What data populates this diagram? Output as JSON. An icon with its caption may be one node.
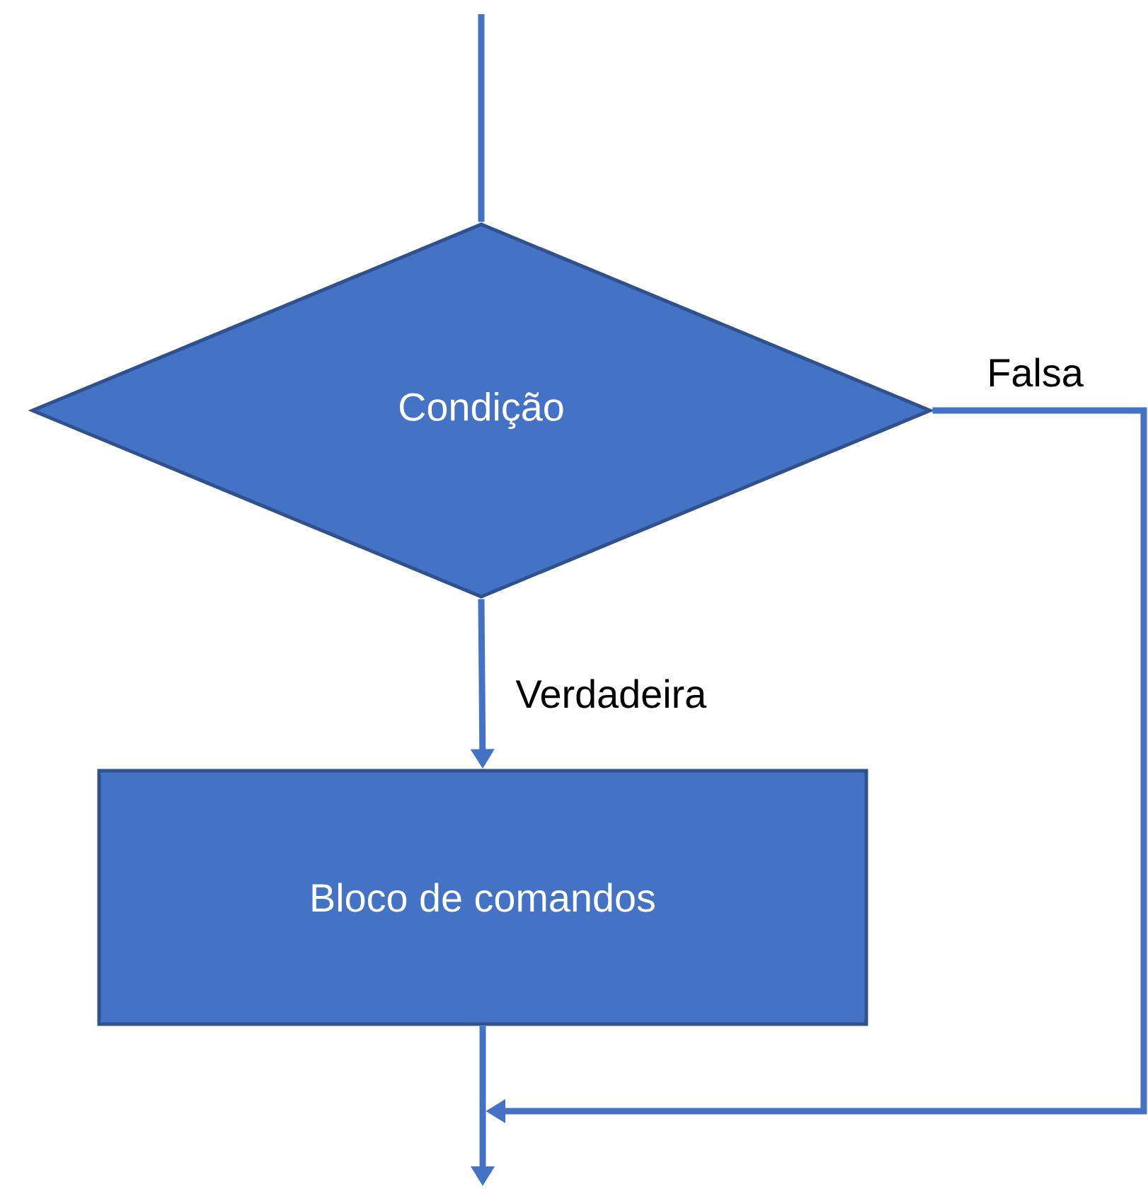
{
  "diagram": {
    "nodes": [
      {
        "text": [
          "Condição"
        ]
      },
      {
        "text": [
          "Bloco de comandos"
        ]
      }
    ],
    "edges": [
      {
        "from": null,
        "to": 0,
        "arrow": "none"
      },
      {
        "from": 0,
        "to": 1,
        "arrow": "to",
        "label": "Verdadeira"
      },
      {
        "from": 0,
        "to": null,
        "arrow": "to",
        "label": "Falsa"
      },
      {
        "from": 1,
        "to": null,
        "arrow": "to"
      }
    ]
  }
}
